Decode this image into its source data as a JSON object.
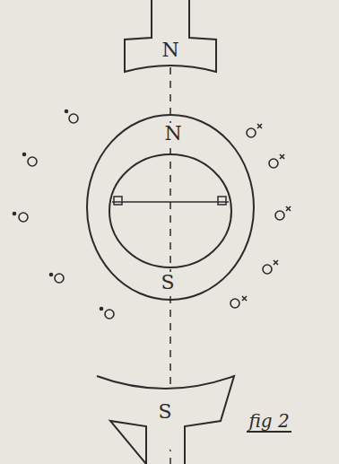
{
  "diagram": {
    "nodes": [
      {
        "text": [
          "N"
        ]
      },
      {
        "text": [
          "N",
          "S"
        ]
      },
      {
        "text": [
          "S"
        ]
      }
    ],
    "labels": [
      "fig 2"
    ]
  }
}
